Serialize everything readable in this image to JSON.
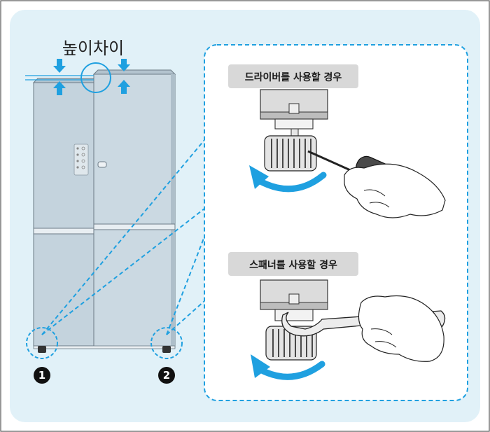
{
  "diagram": {
    "height_difference_label": "높이차이",
    "screwdriver_caption": "드라이버를 사용할 경우",
    "wrench_caption": "스패너를 사용할 경우",
    "markers": [
      "1",
      "2"
    ],
    "colors": {
      "background": "#e1f1f8",
      "accent_blue": "#1fa0e0",
      "fridge_body": "#c9d7e0",
      "caption_box": "#d8d8d8"
    }
  }
}
